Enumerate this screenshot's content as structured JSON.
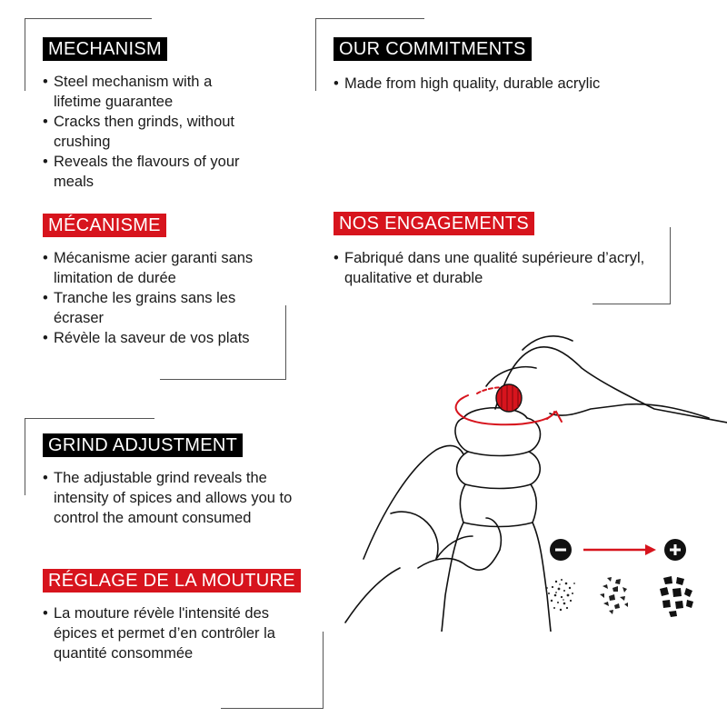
{
  "mechanism": {
    "title_en": "MECHANISM",
    "items_en": [
      "Steel mechanism with a lifetime guarantee",
      "Cracks then grinds, without crushing",
      "Reveals the flavours of your meals"
    ],
    "title_fr": "MÉCANISME",
    "items_fr": [
      "Mécanisme acier garanti sans limitation de durée",
      "Tranche les grains sans les écraser",
      "Révèle la saveur de vos plats"
    ]
  },
  "commitments": {
    "title_en": "OUR COMMITMENTS",
    "items_en": [
      "Made from high quality, durable acrylic"
    ],
    "title_fr": "NOS ENGAGEMENTS",
    "items_fr": [
      "Fabriqué dans une qualité supérieure d’acryl, qualitative et durable"
    ]
  },
  "grind": {
    "title_en": "GRIND ADJUSTMENT",
    "items_en": [
      "The adjustable grind reveals the intensity of spices and allows you to control the amount consumed"
    ],
    "title_fr": "RÉGLAGE DE LA MOUTURE",
    "items_fr": [
      "La mouture révèle l'intensité des épices et permet d’en contrôler la quantité consommée"
    ]
  },
  "colors": {
    "accent": "#d7141d",
    "black": "#000000"
  },
  "icons": [
    "minus-icon",
    "plus-icon",
    "arrow-right-icon"
  ]
}
